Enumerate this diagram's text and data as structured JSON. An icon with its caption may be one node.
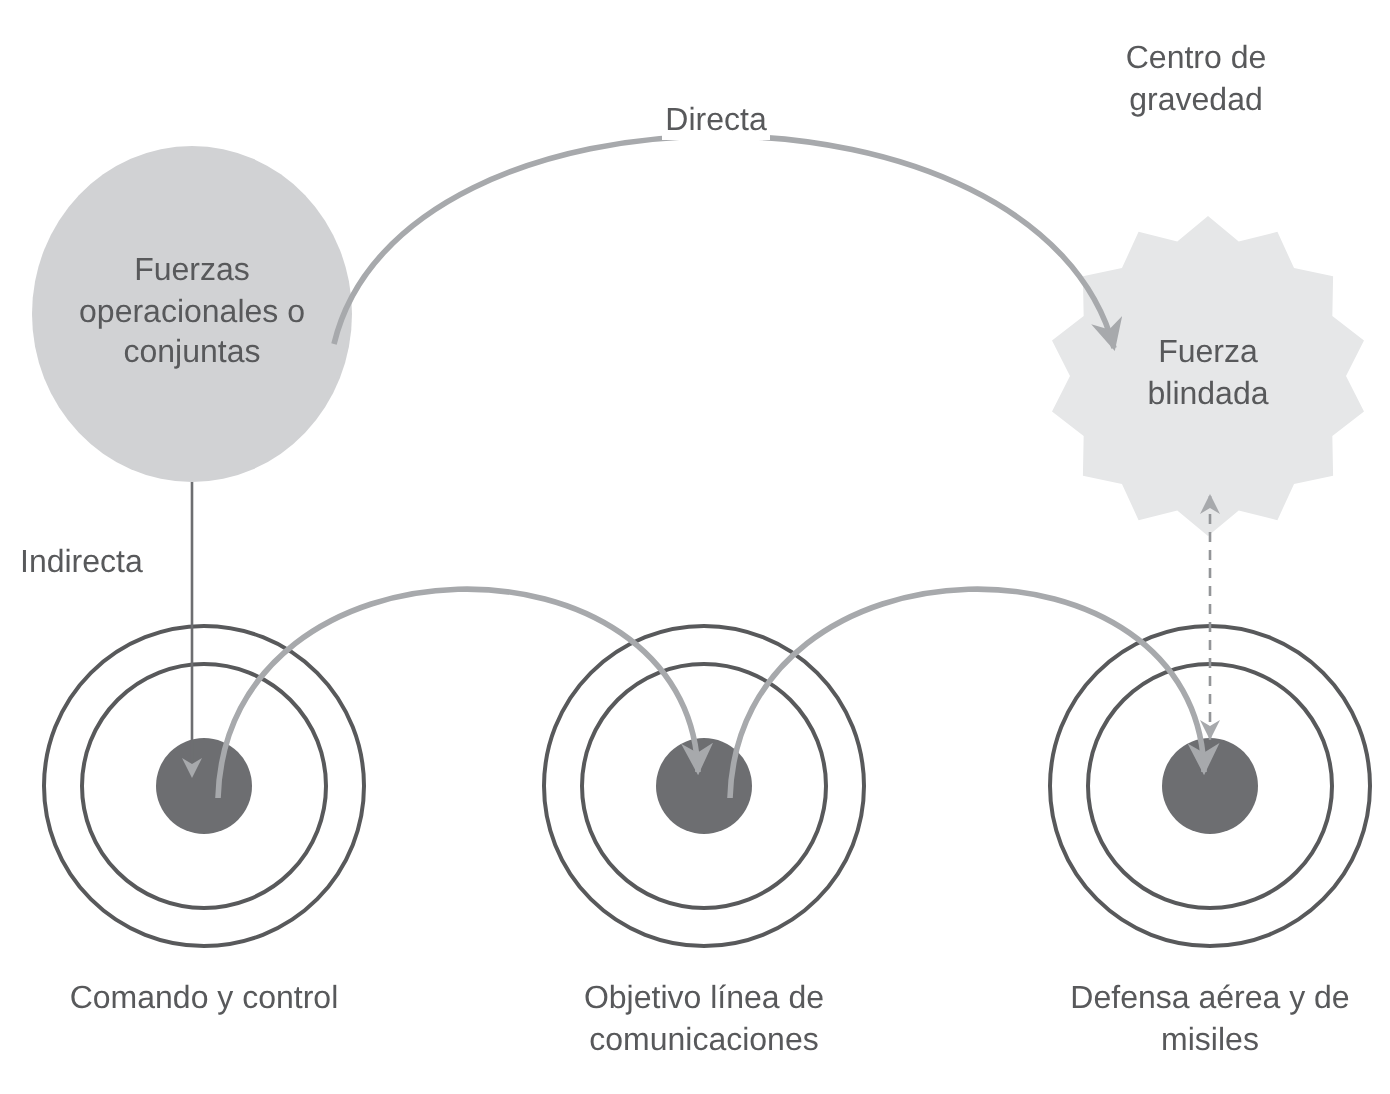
{
  "diagram": {
    "nodes": [
      {
        "text": [
          "Fuerzas operacionales o conjuntas"
        ]
      },
      {
        "text": [
          "Fuerza blindada"
        ]
      },
      {
        "text": [
          "Comando y control"
        ]
      },
      {
        "text": [
          "Objetivo línea de comunicaciones"
        ]
      },
      {
        "text": [
          "Defensa aérea y de misiles"
        ]
      }
    ],
    "edges": [
      {
        "from": 0,
        "to": 1,
        "arrow": "to",
        "label": "Directa"
      },
      {
        "from": 0,
        "to": 2,
        "arrow": "to",
        "label": "Indirecta",
        "color": "#6d6e71"
      },
      {
        "from": 2,
        "to": 3,
        "arrow": "to"
      },
      {
        "from": 3,
        "to": 4,
        "arrow": "to"
      },
      {
        "from": 4,
        "to": 1,
        "arrow": "both",
        "style": "dashed",
        "color": "#939598"
      }
    ],
    "labels": [
      "Centro de gravedad"
    ]
  }
}
